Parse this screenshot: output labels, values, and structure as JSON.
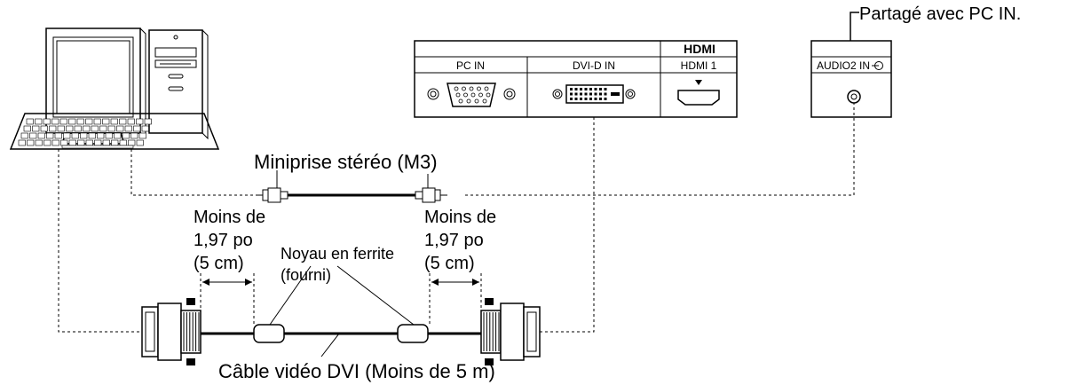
{
  "labels": {
    "shared_note": "Partagé avec PC IN.",
    "miniplug": "Miniprise stéréo (M3)",
    "dist_left_1": "Moins de",
    "dist_left_2": "1,97 po",
    "dist_left_3": "(5 cm)",
    "dist_right_1": "Moins de",
    "dist_right_2": "1,97 po",
    "dist_right_3": "(5 cm)",
    "ferrite_1": "Noyau en ferrite",
    "ferrite_2": "(fourni)",
    "dvi_cable": "Câble vidéo DVI (Moins de 5 m)"
  },
  "panel": {
    "hdmi_logo": "HDMI",
    "pc_in": "PC IN",
    "dvi_in": "DVI-D IN",
    "hdmi1": "HDMI 1",
    "audio2": "AUDIO2 IN"
  },
  "icons": [
    "computer-icon",
    "vga-port-icon",
    "dvi-port-icon",
    "hdmi-port-icon",
    "audio-jack-icon",
    "mini-plug-icon",
    "dvi-connector-icon",
    "ferrite-core-icon"
  ]
}
